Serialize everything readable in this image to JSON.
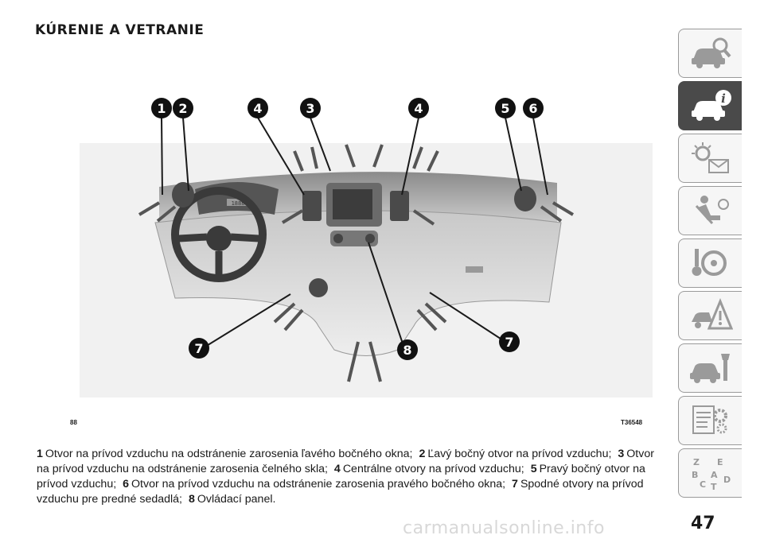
{
  "section_title": "KÚRENIE A VETRANIE",
  "figure": {
    "number": "88",
    "code": "T36548",
    "callouts": [
      "1",
      "2",
      "4",
      "3",
      "4",
      "5",
      "6",
      "7",
      "8",
      "7"
    ],
    "display_text": "1888"
  },
  "caption": [
    {
      "num": "1",
      "text": "Otvor na prívod vzduchu na odstránenie zarosenia ľavého bočného okna;"
    },
    {
      "num": "2",
      "text": "Ľavý bočný otvor na prívod vzduchu;"
    },
    {
      "num": "3",
      "text": "Otvor na prívod vzduchu na odstránenie zarosenia čelného skla;"
    },
    {
      "num": "4",
      "text": "Centrálne otvory na prívod vzduchu;"
    },
    {
      "num": "5",
      "text": "Pravý bočný otvor na prívod vzduchu;"
    },
    {
      "num": "6",
      "text": "Otvor na prívod vzduchu na odstránenie zarosenia pravého bočného okna;"
    },
    {
      "num": "7",
      "text": "Spodné otvory na prívod vzduchu pre predné sedadlá;"
    },
    {
      "num": "8",
      "text": "Ovládací panel."
    }
  ],
  "tabs": [
    {
      "icon": "car-search-icon",
      "active": false
    },
    {
      "icon": "car-info-icon",
      "active": true
    },
    {
      "icon": "warning-light-message-icon",
      "active": false
    },
    {
      "icon": "seat-airbag-icon",
      "active": false
    },
    {
      "icon": "steering-key-icon",
      "active": false
    },
    {
      "icon": "car-breakdown-triangle-icon",
      "active": false
    },
    {
      "icon": "car-wrench-icon",
      "active": false
    },
    {
      "icon": "specs-gears-icon",
      "active": false
    },
    {
      "icon": "alphabetical-index-icon",
      "active": false
    }
  ],
  "tab_index_letters": [
    "Z",
    "E",
    "B",
    "A",
    "D",
    "C",
    "T"
  ],
  "page_number": "47",
  "watermark": "carmanualsonline.info"
}
